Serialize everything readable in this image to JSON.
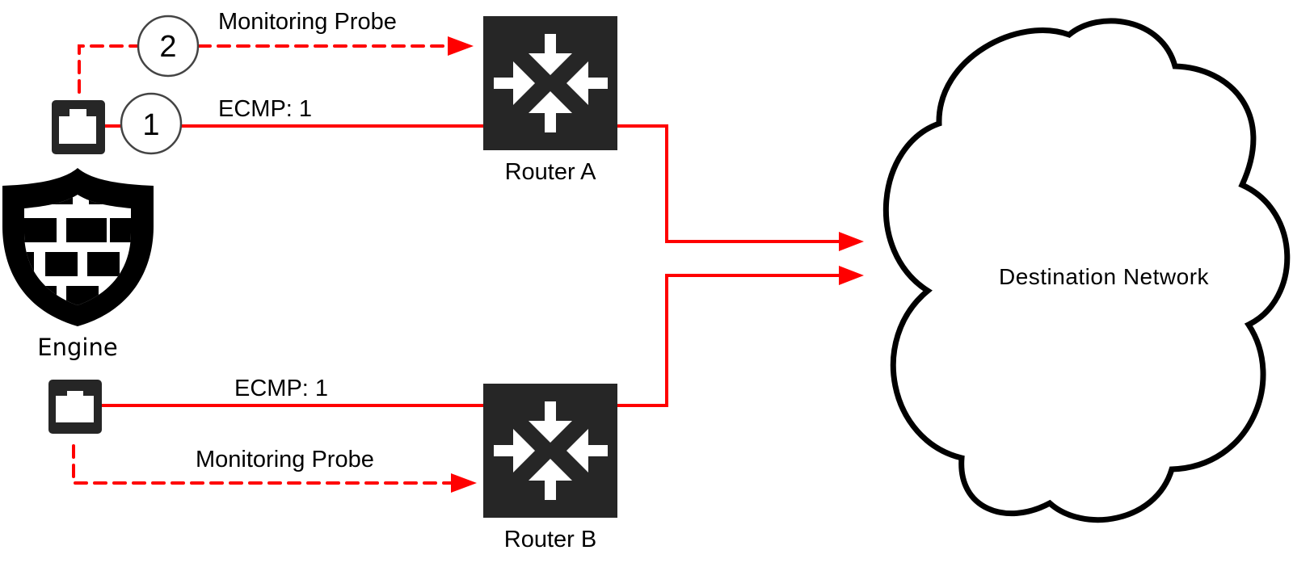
{
  "diagram": {
    "type": "network-topology",
    "engine": {
      "label": "Engine",
      "icon": "firewall-shield-icon"
    },
    "interfaces": [
      {
        "id": "interface-top",
        "icon": "ethernet-port-icon"
      },
      {
        "id": "interface-bottom",
        "icon": "ethernet-port-icon"
      }
    ],
    "routers": [
      {
        "id": "router-a",
        "label": "Router A",
        "icon": "router-arrows-icon"
      },
      {
        "id": "router-b",
        "label": "Router B",
        "icon": "router-arrows-icon"
      }
    ],
    "destination": {
      "label": "Destination Network",
      "icon": "cloud-icon"
    },
    "links": [
      {
        "from": "interface-top",
        "to": "router-a",
        "style": "solid",
        "label": "ECMP: 1",
        "step": "1"
      },
      {
        "from": "interface-top",
        "to": "router-a",
        "style": "dashed",
        "label": "Monitoring Probe",
        "step": "2"
      },
      {
        "from": "interface-bottom",
        "to": "router-b",
        "style": "solid",
        "label": "ECMP: 1"
      },
      {
        "from": "interface-bottom",
        "to": "router-b",
        "style": "dashed",
        "label": "Monitoring Probe"
      },
      {
        "from": "router-a",
        "to": "destination",
        "style": "solid"
      },
      {
        "from": "router-b",
        "to": "destination",
        "style": "solid"
      }
    ],
    "colors": {
      "link": "#ff0000",
      "device": "#262626",
      "outline": "#000000"
    }
  }
}
